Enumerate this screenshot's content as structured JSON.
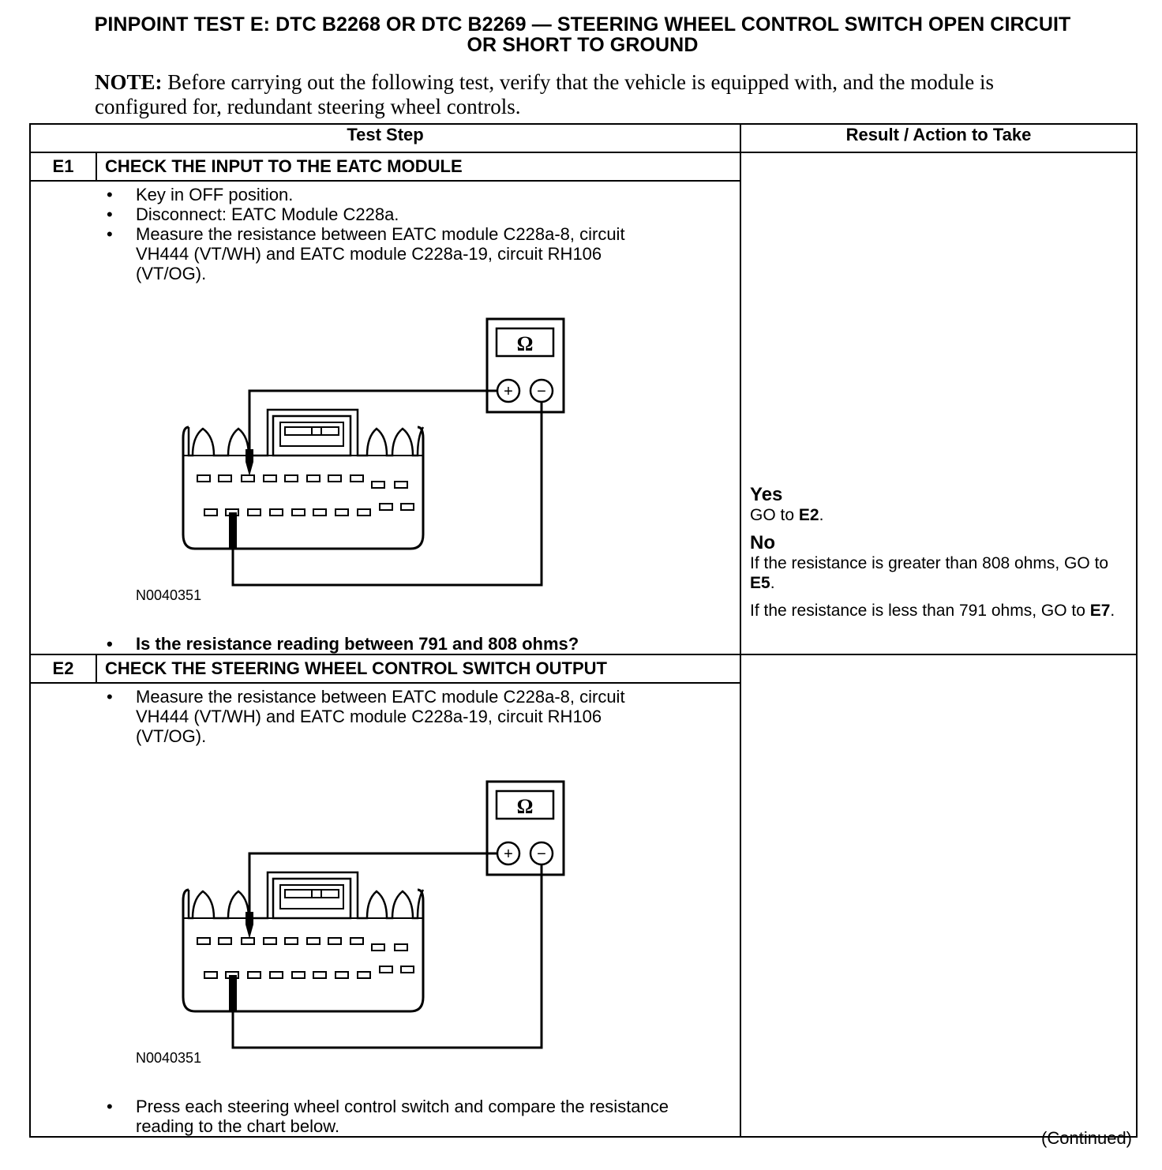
{
  "title": {
    "line1": "PINPOINT TEST E: DTC B2268 OR DTC B2269 — STEERING WHEEL CONTROL SWITCH OPEN CIRCUIT",
    "line2": "OR SHORT TO GROUND"
  },
  "note": {
    "label": "NOTE:",
    "text": " Before carrying out the following test, verify that the vehicle is equipped with, and the module is configured for, redundant steering wheel controls."
  },
  "table": {
    "headers": {
      "test_step": "Test Step",
      "result": "Result / Action to Take"
    },
    "steps": [
      {
        "id": "E1",
        "title": "CHECK THE INPUT TO THE EATC MODULE",
        "bullets_before": [
          "Key in OFF position.",
          "Disconnect: EATC Module C228a.",
          "Measure the resistance between EATC module C228a-8, circuit VH444 (VT/WH) and EATC module C228a-19, circuit RH106 (VT/OG)."
        ],
        "figure_id": "N0040351",
        "meter_symbol": "Ω",
        "plus": "+",
        "minus": "−",
        "question": "Is the resistance reading between 791 and 808 ohms?",
        "result": {
          "yes_label": "Yes",
          "yes_action_prefix": "GO to ",
          "yes_action_target": "E2",
          "yes_action_suffix": ".",
          "no_label": "No",
          "no_1_text": "If the resistance is greater than 808 ohms, GO to ",
          "no_1_target": "E5",
          "no_1_suffix": ".",
          "no_2_text": "If the resistance is less than 791 ohms, GO to ",
          "no_2_target": "E7",
          "no_2_suffix": "."
        }
      },
      {
        "id": "E2",
        "title": "CHECK THE STEERING WHEEL CONTROL SWITCH OUTPUT",
        "bullets_before": [
          "Measure the resistance between EATC module C228a-8, circuit VH444 (VT/WH) and EATC module C228a-19, circuit RH106 (VT/OG)."
        ],
        "figure_id": "N0040351",
        "meter_symbol": "Ω",
        "plus": "+",
        "minus": "−",
        "bullets_after": [
          "Press each steering wheel control switch and compare the resistance reading to the chart below."
        ]
      }
    ]
  },
  "continued": "(Continued)"
}
